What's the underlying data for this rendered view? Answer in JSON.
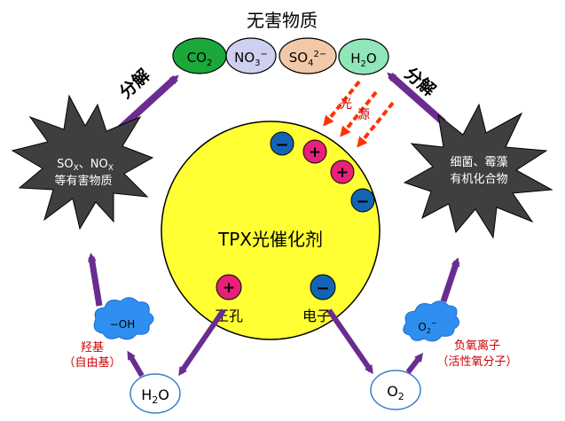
{
  "title": "无害物质",
  "products": [
    {
      "base": "CO",
      "sub": "2",
      "sup": "",
      "color": "#1aa83a"
    },
    {
      "base": "NO",
      "sub": "3",
      "sup": "−",
      "color": "#cfcff0"
    },
    {
      "base": "SO",
      "sub": "4",
      "sup": "2−",
      "color": "#f2c9a8"
    },
    {
      "base": "H",
      "sub": "2",
      "sup": "",
      "tail": "O",
      "color": "#8fe6b8"
    }
  ],
  "left_process": "分解",
  "right_process": "分解",
  "light_label_1": "光",
  "light_label_2": "源",
  "left_burst": {
    "line1_a": "SO",
    "line1_a_sub": "X",
    "line1_b": "、NO",
    "line1_b_sub": "X",
    "line2": "等有害物质",
    "color": "#3f3f3f"
  },
  "right_burst": {
    "line1": "细菌、霉藻",
    "line2": "有机化合物",
    "color": "#3f3f3f"
  },
  "catalyst": {
    "name": "TPX光催化剂",
    "color": "#ffff33"
  },
  "hole_label": "正孔",
  "electron_label": "电子",
  "plus_symbol": "+",
  "minus_symbol": "−",
  "hydroxyl": {
    "cloud_text": "−OH",
    "label_line1": "羟基",
    "label_line2": "（自由基）"
  },
  "superoxide": {
    "cloud_base": "O",
    "cloud_sub": "2",
    "cloud_sup": "−",
    "label_line1": "负氧离子",
    "label_line2": "（活性氧分子）"
  },
  "water": {
    "base": "H",
    "sub": "2",
    "tail": "O"
  },
  "oxygen": {
    "base": "O",
    "sub": "2"
  },
  "colors": {
    "arrow": "#6a2c91",
    "light_arrow": "#ff3300",
    "positive": "#e8207a",
    "negative": "#1464b4",
    "red_text": "#cc0000",
    "cloud": "#2f8ff0"
  }
}
